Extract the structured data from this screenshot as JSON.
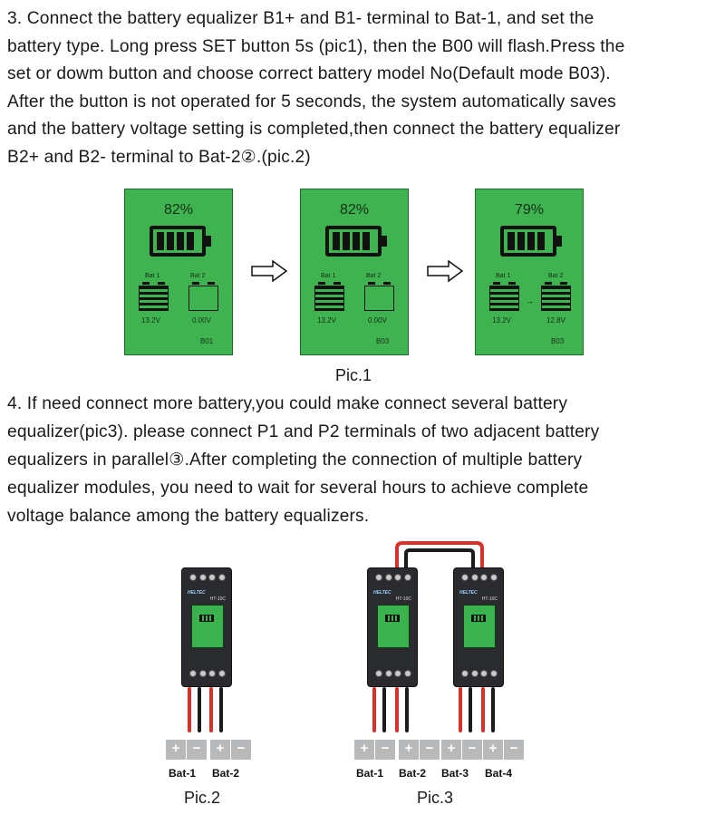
{
  "step3": {
    "lines": [
      "3. Connect the battery equalizer B1+ and B1- terminal to Bat-1, and set the",
      "battery type. Long press SET button 5s (pic1), then the B00 will flash.Press the",
      "set or dowm button and choose correct battery model No(Default mode B03).",
      "After the button is not operated for 5 seconds, the system automatically saves",
      "and the battery voltage setting is completed,then connect the battery equalizer",
      "B2+ and B2- terminal to Bat-2②.(pic.2)"
    ]
  },
  "pic1": {
    "screens": [
      {
        "percent": "82%",
        "bat1_label": "Bat 1",
        "bat2_label": "Bat 2",
        "bat1_voltage": "13.2V",
        "bat2_voltage": "0.00V",
        "mode": "B01"
      },
      {
        "percent": "82%",
        "bat1_label": "Bat 1",
        "bat2_label": "Bat 2",
        "bat1_voltage": "13.2V",
        "bat2_voltage": "0.00V",
        "mode": "B03"
      },
      {
        "percent": "79%",
        "bat1_label": "Bat 1",
        "bat2_label": "Bat 2",
        "bat1_voltage": "13.2V",
        "bat2_voltage": "12.8V",
        "mode": "B03"
      }
    ],
    "caption": "Pic.1"
  },
  "step4": {
    "lines": [
      "4. If need connect more battery,you could make connect several battery",
      "equalizer(pic3). please connect P1 and P2 terminals of two adjacent battery",
      "equalizers in parallel③.After completing the connection of multiple battery",
      "equalizer modules, you need to wait for several hours to achieve complete",
      "voltage balance among the battery equalizers."
    ]
  },
  "pic2": {
    "batteries": [
      "Bat-1",
      "Bat-2"
    ],
    "caption": "Pic.2"
  },
  "pic3": {
    "batteries": [
      "Bat-1",
      "Bat-2",
      "Bat-3",
      "Bat-4"
    ],
    "caption": "Pic.3"
  },
  "terminal_symbols": {
    "plus": "+",
    "minus": "−"
  },
  "colors": {
    "screen_green": "#3fb34f",
    "wire_red": "#d8312b",
    "wire_black": "#1b1b1b",
    "module_body": "#2a2b2e"
  }
}
